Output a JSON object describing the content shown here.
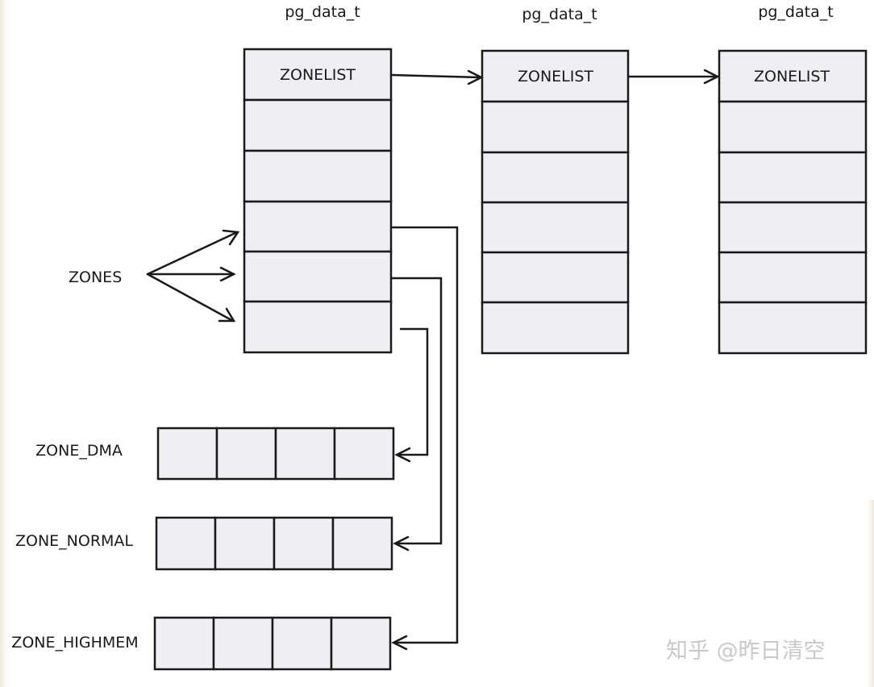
{
  "diagram": {
    "nodes": [
      {
        "label": "pg_data_t",
        "header": "ZONELIST"
      },
      {
        "label": "pg_data_t",
        "header": "ZONELIST"
      },
      {
        "label": "pg_data_t",
        "header": "ZONELIST"
      }
    ],
    "zones_label": "ZONES",
    "zone_arrays": [
      {
        "label": "ZONE_DMA"
      },
      {
        "label": "ZONE_NORMAL"
      },
      {
        "label": "ZONE_HIGHMEM"
      }
    ]
  },
  "watermark": "知乎 @昨日清空",
  "colors": {
    "cell_fill": "#efeff3",
    "stroke": "#1a1a1a",
    "background": "#ffffff",
    "watermark": "#c9c9c9"
  }
}
